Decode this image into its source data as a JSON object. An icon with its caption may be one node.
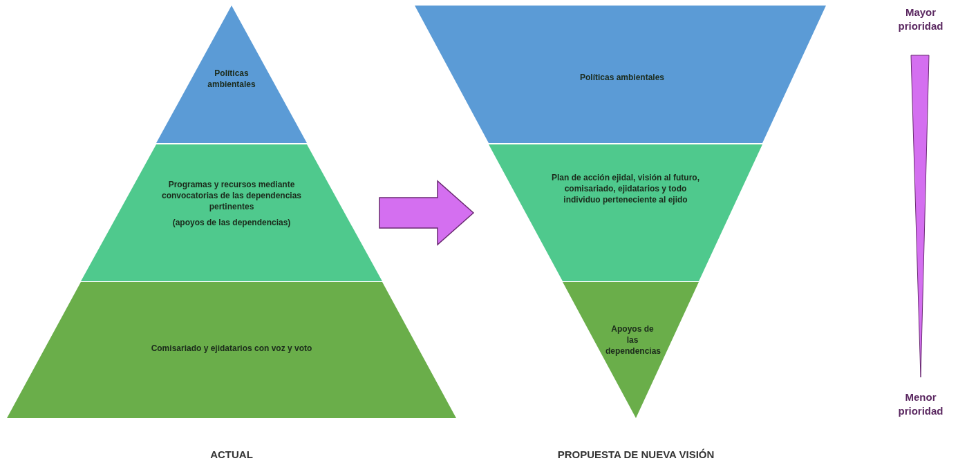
{
  "diagram": {
    "nodes": [
      {
        "text": [
          "Políticas ambientales"
        ]
      },
      {
        "text": [
          "Programas y recursos mediante convocatorias de las dependencias pertinentes",
          "(apoyos de las dependencias)"
        ]
      },
      {
        "text": [
          "Comisariado y ejidatarios con voz y voto"
        ]
      },
      {
        "text": [
          "Políticas ambientales"
        ]
      },
      {
        "text": [
          "Plan de acción ejidal, visión al futuro, comisariado, ejidatarios y todo individuo perteneciente al ejido"
        ]
      },
      {
        "text": [
          "Apoyos de las dependencias"
        ]
      },
      {
        "text": [],
        "shape": "triangle"
      }
    ],
    "edges": [
      {
        "from": 1,
        "to": 4,
        "arrow": "to",
        "style": "thick",
        "color": "#d46ff0"
      }
    ],
    "labels": [
      "Mayor prioridad",
      "Menor prioridad",
      "ACTUAL",
      "PROPUESTA DE NUEVA VISIÓN"
    ]
  }
}
